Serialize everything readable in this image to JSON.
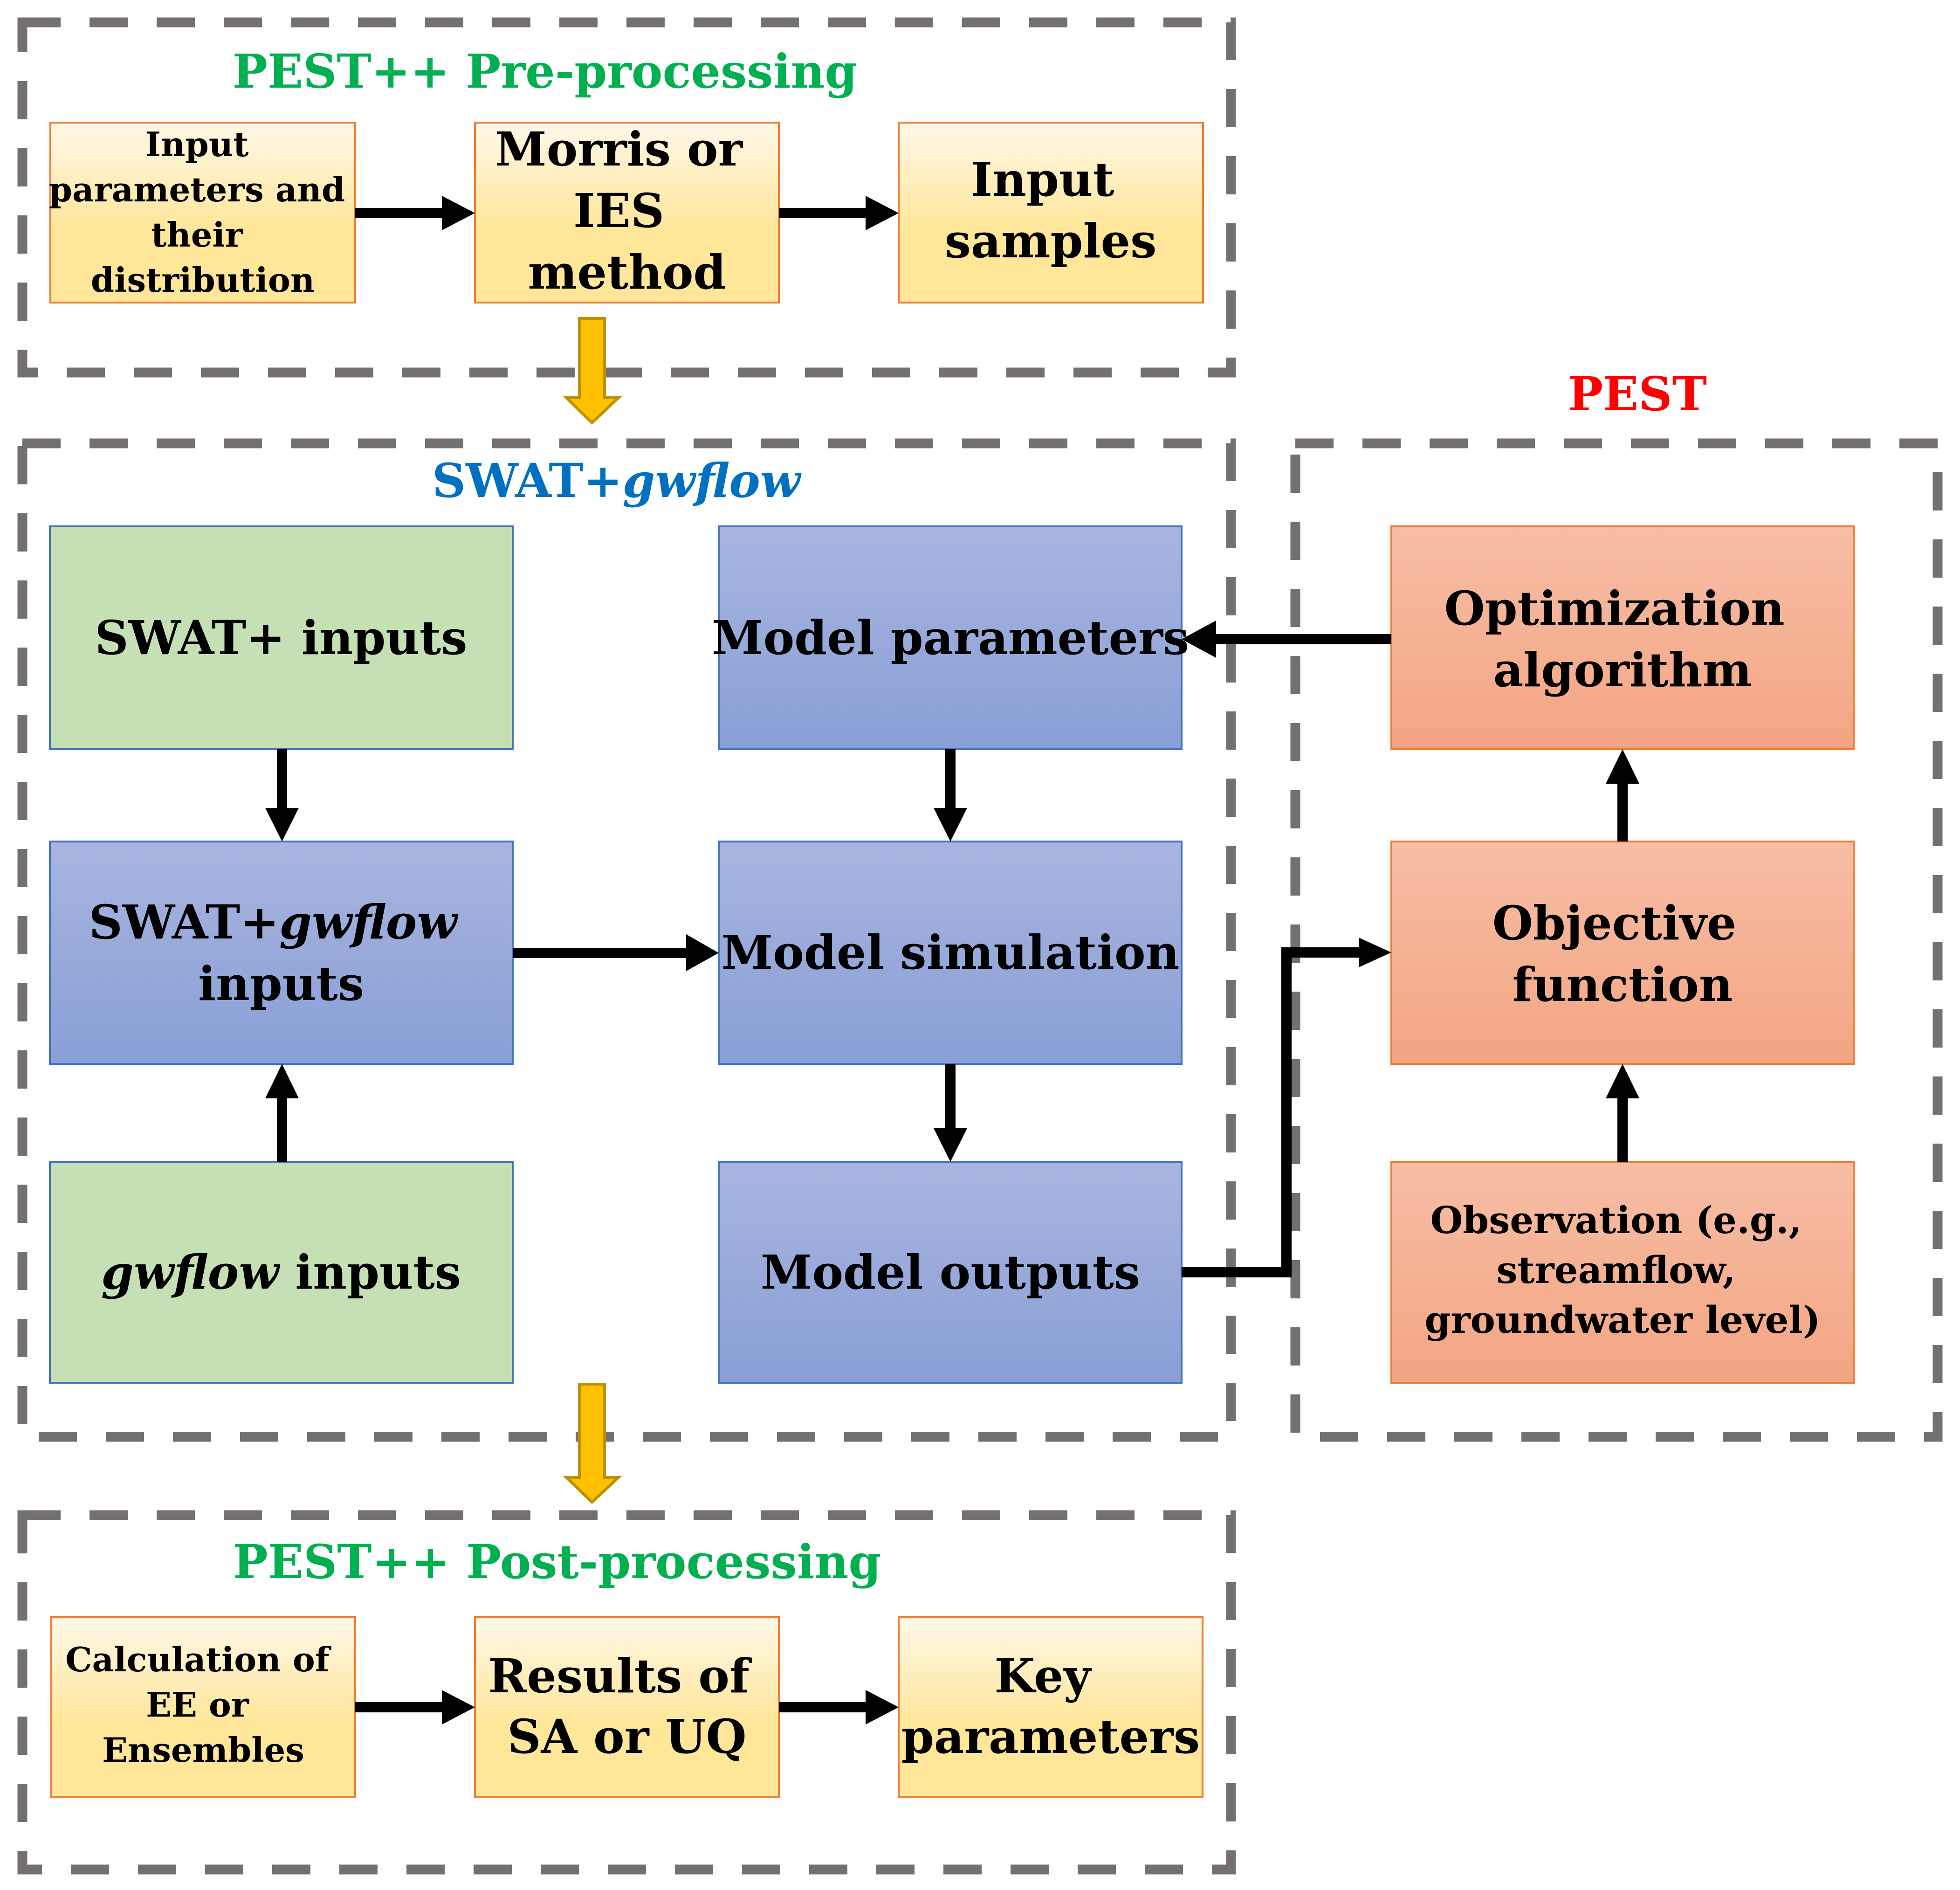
{
  "colors": {
    "dash": "#757070",
    "pre_title": "#00B050",
    "swat_title": "#0070C0",
    "pest_title": "#FF0000",
    "yellow_box_top": "#FFF8E8",
    "yellow_box_bottom": "#FFE699",
    "yellow_box_border": "#ED7D31",
    "green_box": "#C5E0B4",
    "blue_box_top": "#A9B5DF",
    "blue_box_bottom": "#889FD6",
    "blue_box_border": "#4472C4",
    "orange_box_top": "#F6BEA6",
    "orange_box_bottom": "#F4A582",
    "orange_box_border": "#ED7D31",
    "flow_arrow": "#FFC000",
    "flow_arrow_border": "#BF9000",
    "connector": "#000000"
  },
  "pre_processing": {
    "title": "PEST++ Pre-processing",
    "boxes": [
      {
        "lines": [
          "Input",
          "parameters and",
          "their",
          "distribution"
        ]
      },
      {
        "lines": [
          "Morris or",
          "IES",
          "method"
        ]
      },
      {
        "lines": [
          "Input",
          "samples"
        ]
      }
    ]
  },
  "swat": {
    "title_main": "SWAT+",
    "title_italic": "gwflow",
    "swat_inputs": {
      "label": "SWAT+ inputs"
    },
    "combined_inputs": {
      "line1_main": "SWAT+",
      "line1_italic": "gwflow",
      "line2": "inputs"
    },
    "gwflow_inputs": {
      "italic": "gwflow",
      "main": " inputs"
    },
    "model_parameters": {
      "label": "Model parameters"
    },
    "model_simulation": {
      "label": "Model simulation"
    },
    "model_outputs": {
      "label": "Model outputs"
    }
  },
  "pest": {
    "title": "PEST",
    "optimization": {
      "lines": [
        "Optimization",
        "algorithm"
      ]
    },
    "objective": {
      "lines": [
        "Objective",
        "function"
      ]
    },
    "observation": {
      "lines": [
        "Observation (e.g.,",
        "streamflow,",
        "groundwater level)"
      ]
    }
  },
  "post_processing": {
    "title": "PEST++ Post-processing",
    "boxes": [
      {
        "lines": [
          "Calculation of",
          "EE or",
          "Ensembles"
        ]
      },
      {
        "lines": [
          "Results of",
          "SA or UQ"
        ]
      },
      {
        "lines": [
          "Key",
          "parameters"
        ]
      }
    ]
  }
}
